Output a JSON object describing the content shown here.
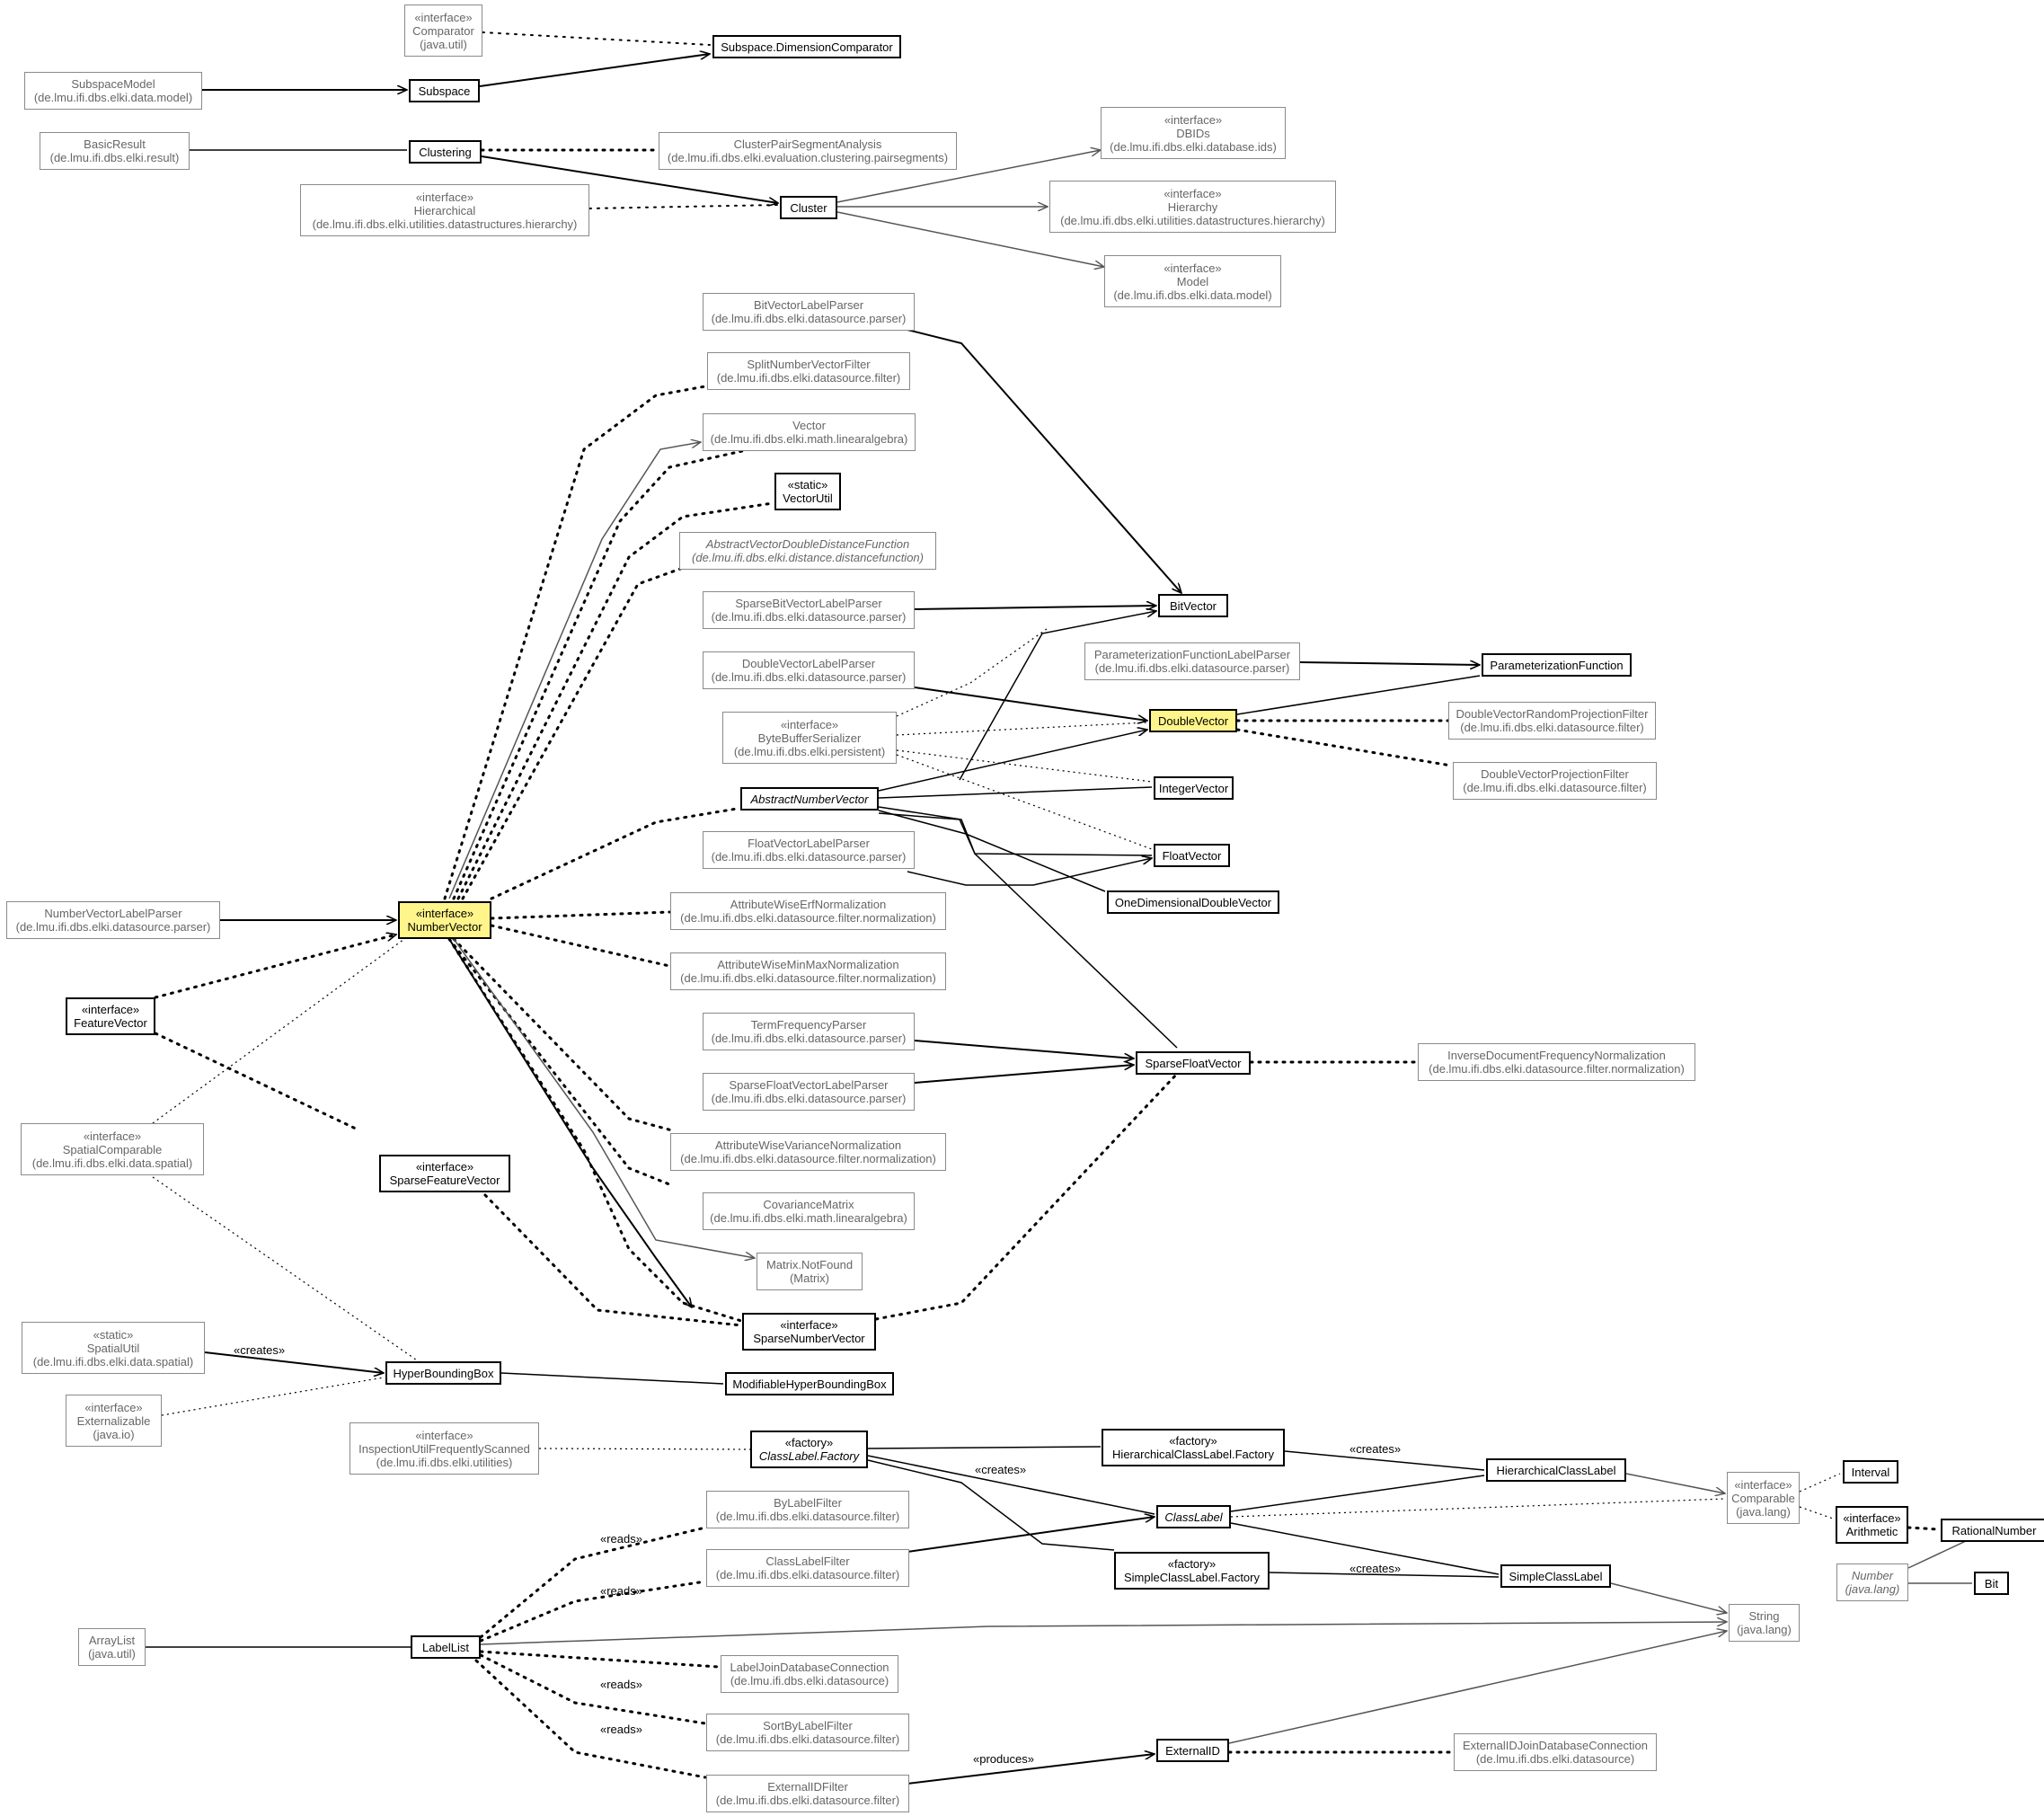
{
  "nodes": [
    {
      "id": "Comparator",
      "stereo": "«interface»",
      "name": "Comparator",
      "pkg": "(java.util)"
    },
    {
      "id": "DimensionComparator",
      "name": "Subspace.DimensionComparator",
      "style": "dark"
    },
    {
      "id": "SubspaceModel",
      "name": "SubspaceModel",
      "pkg": "(de.lmu.ifi.dbs.elki.data.model)"
    },
    {
      "id": "Subspace",
      "name": "Subspace",
      "style": "dark"
    },
    {
      "id": "BasicResult",
      "name": "BasicResult",
      "pkg": "(de.lmu.ifi.dbs.elki.result)"
    },
    {
      "id": "Clustering",
      "name": "Clustering",
      "style": "dark"
    },
    {
      "id": "ClusterPairSegmentAnalysis",
      "name": "ClusterPairSegmentAnalysis",
      "pkg": "(de.lmu.ifi.dbs.elki.evaluation.clustering.pairsegments)"
    },
    {
      "id": "DBIDs",
      "stereo": "«interface»",
      "name": "DBIDs",
      "pkg": "(de.lmu.ifi.dbs.elki.database.ids)"
    },
    {
      "id": "Hierarchical",
      "stereo": "«interface»",
      "name": "Hierarchical",
      "pkg": "(de.lmu.ifi.dbs.elki.utilities.datastructures.hierarchy)"
    },
    {
      "id": "Cluster",
      "name": "Cluster",
      "style": "dark"
    },
    {
      "id": "Hierarchy",
      "stereo": "«interface»",
      "name": "Hierarchy",
      "pkg": "(de.lmu.ifi.dbs.elki.utilities.datastructures.hierarchy)"
    },
    {
      "id": "Model",
      "stereo": "«interface»",
      "name": "Model",
      "pkg": "(de.lmu.ifi.dbs.elki.data.model)"
    },
    {
      "id": "BitVectorLabelParser",
      "name": "BitVectorLabelParser",
      "pkg": "(de.lmu.ifi.dbs.elki.datasource.parser)"
    },
    {
      "id": "SplitNumberVectorFilter",
      "name": "SplitNumberVectorFilter",
      "pkg": "(de.lmu.ifi.dbs.elki.datasource.filter)"
    },
    {
      "id": "Vector",
      "name": "Vector",
      "pkg": "(de.lmu.ifi.dbs.elki.math.linearalgebra)"
    },
    {
      "id": "VectorUtil",
      "stereo": "«static»",
      "name": "VectorUtil",
      "style": "dark"
    },
    {
      "id": "AbstractVectorDoubleDistanceFunction",
      "name": "AbstractVectorDoubleDistanceFunction",
      "pkg": "(de.lmu.ifi.dbs.elki.distance.distancefunction)",
      "italic": true
    },
    {
      "id": "SparseBitVectorLabelParser",
      "name": "SparseBitVectorLabelParser",
      "pkg": "(de.lmu.ifi.dbs.elki.datasource.parser)"
    },
    {
      "id": "BitVector",
      "name": "BitVector",
      "style": "dark"
    },
    {
      "id": "DoubleVectorLabelParser",
      "name": "DoubleVectorLabelParser",
      "pkg": "(de.lmu.ifi.dbs.elki.datasource.parser)"
    },
    {
      "id": "ParameterizationFunctionLabelParser",
      "name": "ParameterizationFunctionLabelParser",
      "pkg": "(de.lmu.ifi.dbs.elki.datasource.parser)"
    },
    {
      "id": "ParameterizationFunction",
      "name": "ParameterizationFunction",
      "style": "dark"
    },
    {
      "id": "ByteBufferSerializer",
      "stereo": "«interface»",
      "name": "ByteBufferSerializer",
      "pkg": "(de.lmu.ifi.dbs.elki.persistent)"
    },
    {
      "id": "DoubleVector",
      "name": "DoubleVector",
      "style": "hl"
    },
    {
      "id": "DoubleVectorRandomProjectionFilter",
      "name": "DoubleVectorRandomProjectionFilter",
      "pkg": "(de.lmu.ifi.dbs.elki.datasource.filter)"
    },
    {
      "id": "DoubleVectorProjectionFilter",
      "name": "DoubleVectorProjectionFilter",
      "pkg": "(de.lmu.ifi.dbs.elki.datasource.filter)"
    },
    {
      "id": "AbstractNumberVector",
      "name": "AbstractNumberVector",
      "style": "dark",
      "italic": true
    },
    {
      "id": "IntegerVector",
      "name": "IntegerVector",
      "style": "dark"
    },
    {
      "id": "FloatVectorLabelParser",
      "name": "FloatVectorLabelParser",
      "pkg": "(de.lmu.ifi.dbs.elki.datasource.parser)"
    },
    {
      "id": "FloatVector",
      "name": "FloatVector",
      "style": "dark"
    },
    {
      "id": "OneDimensionalDoubleVector",
      "name": "OneDimensionalDoubleVector",
      "style": "dark"
    },
    {
      "id": "NumberVectorLabelParser",
      "name": "NumberVectorLabelParser",
      "pkg": "(de.lmu.ifi.dbs.elki.datasource.parser)"
    },
    {
      "id": "NumberVector",
      "stereo": "«interface»",
      "name": "NumberVector",
      "style": "hl"
    },
    {
      "id": "AttributeWiseErfNormalization",
      "name": "AttributeWiseErfNormalization",
      "pkg": "(de.lmu.ifi.dbs.elki.datasource.filter.normalization)"
    },
    {
      "id": "AttributeWiseMinMaxNormalization",
      "name": "AttributeWiseMinMaxNormalization",
      "pkg": "(de.lmu.ifi.dbs.elki.datasource.filter.normalization)"
    },
    {
      "id": "FeatureVector",
      "stereo": "«interface»",
      "name": "FeatureVector",
      "style": "dark"
    },
    {
      "id": "TermFrequencyParser",
      "name": "TermFrequencyParser",
      "pkg": "(de.lmu.ifi.dbs.elki.datasource.parser)"
    },
    {
      "id": "SparseFloatVector",
      "name": "SparseFloatVector",
      "style": "dark"
    },
    {
      "id": "InverseDocumentFrequencyNormalization",
      "name": "InverseDocumentFrequencyNormalization",
      "pkg": "(de.lmu.ifi.dbs.elki.datasource.filter.normalization)"
    },
    {
      "id": "SparseFloatVectorLabelParser",
      "name": "SparseFloatVectorLabelParser",
      "pkg": "(de.lmu.ifi.dbs.elki.datasource.parser)"
    },
    {
      "id": "SpatialComparable",
      "stereo": "«interface»",
      "name": "SpatialComparable",
      "pkg": "(de.lmu.ifi.dbs.elki.data.spatial)"
    },
    {
      "id": "AttributeWiseVarianceNormalization",
      "name": "AttributeWiseVarianceNormalization",
      "pkg": "(de.lmu.ifi.dbs.elki.datasource.filter.normalization)"
    },
    {
      "id": "SparseFeatureVector",
      "stereo": "«interface»",
      "name": "SparseFeatureVector",
      "style": "dark"
    },
    {
      "id": "CovarianceMatrix",
      "name": "CovarianceMatrix",
      "pkg": "(de.lmu.ifi.dbs.elki.math.linearalgebra)"
    },
    {
      "id": "MatrixNotFound",
      "name": "Matrix.NotFound",
      "pkg": "(Matrix)"
    },
    {
      "id": "SpatialUtil",
      "stereo": "«static»",
      "name": "SpatialUtil",
      "pkg": "(de.lmu.ifi.dbs.elki.data.spatial)"
    },
    {
      "id": "SparseNumberVector",
      "stereo": "«interface»",
      "name": "SparseNumberVector",
      "style": "dark"
    },
    {
      "id": "HyperBoundingBox",
      "name": "HyperBoundingBox",
      "style": "dark"
    },
    {
      "id": "ModifiableHyperBoundingBox",
      "name": "ModifiableHyperBoundingBox",
      "style": "dark"
    },
    {
      "id": "Externalizable",
      "stereo": "«interface»",
      "name": "Externalizable",
      "pkg": "(java.io)"
    },
    {
      "id": "InspectionUtilFrequentlyScanned",
      "stereo": "«interface»",
      "name": "InspectionUtilFrequentlyScanned",
      "pkg": "(de.lmu.ifi.dbs.elki.utilities)"
    },
    {
      "id": "ClassLabelFactory",
      "stereo": "«factory»",
      "name": "ClassLabel.Factory",
      "style": "dark",
      "italic": true
    },
    {
      "id": "HierarchicalClassLabelFactory",
      "stereo": "«factory»",
      "name": "HierarchicalClassLabel.Factory",
      "style": "dark"
    },
    {
      "id": "HierarchicalClassLabel",
      "name": "HierarchicalClassLabel",
      "style": "dark"
    },
    {
      "id": "Comparable",
      "stereo": "«interface»",
      "name": "Comparable",
      "pkg": "(java.lang)"
    },
    {
      "id": "Interval",
      "name": "Interval",
      "style": "dark"
    },
    {
      "id": "Arithmetic",
      "stereo": "«interface»",
      "name": "Arithmetic",
      "style": "dark"
    },
    {
      "id": "RationalNumber",
      "name": "RationalNumber",
      "style": "dark"
    },
    {
      "id": "ByLabelFilter",
      "name": "ByLabelFilter",
      "pkg": "(de.lmu.ifi.dbs.elki.datasource.filter)"
    },
    {
      "id": "ClassLabel",
      "name": "ClassLabel",
      "style": "dark",
      "italic": true
    },
    {
      "id": "ClassLabelFilter",
      "name": "ClassLabelFilter",
      "pkg": "(de.lmu.ifi.dbs.elki.datasource.filter)"
    },
    {
      "id": "SimpleClassLabelFactory",
      "stereo": "«factory»",
      "name": "SimpleClassLabel.Factory",
      "style": "dark"
    },
    {
      "id": "SimpleClassLabel",
      "name": "SimpleClassLabel",
      "style": "dark"
    },
    {
      "id": "Number",
      "name": "Number",
      "pkg": "(java.lang)",
      "italic": true
    },
    {
      "id": "Bit",
      "name": "Bit",
      "style": "dark"
    },
    {
      "id": "ArrayList",
      "name": "ArrayList",
      "pkg": "(java.util)"
    },
    {
      "id": "LabelList",
      "name": "LabelList",
      "style": "dark"
    },
    {
      "id": "String",
      "name": "String",
      "pkg": "(java.lang)"
    },
    {
      "id": "LabelJoinDatabaseConnection",
      "name": "LabelJoinDatabaseConnection",
      "pkg": "(de.lmu.ifi.dbs.elki.datasource)"
    },
    {
      "id": "SortByLabelFilter",
      "name": "SortByLabelFilter",
      "pkg": "(de.lmu.ifi.dbs.elki.datasource.filter)"
    },
    {
      "id": "ExternalID",
      "name": "ExternalID",
      "style": "dark"
    },
    {
      "id": "ExternalIDJoinDatabaseConnection",
      "name": "ExternalIDJoinDatabaseConnection",
      "pkg": "(de.lmu.ifi.dbs.elki.datasource)"
    },
    {
      "id": "ExternalIDFilter",
      "name": "ExternalIDFilter",
      "pkg": "(de.lmu.ifi.dbs.elki.datasource.filter)"
    }
  ],
  "edge_labels": {
    "creates": "«creates»",
    "reads": "«reads»",
    "produces": "«produces»"
  }
}
